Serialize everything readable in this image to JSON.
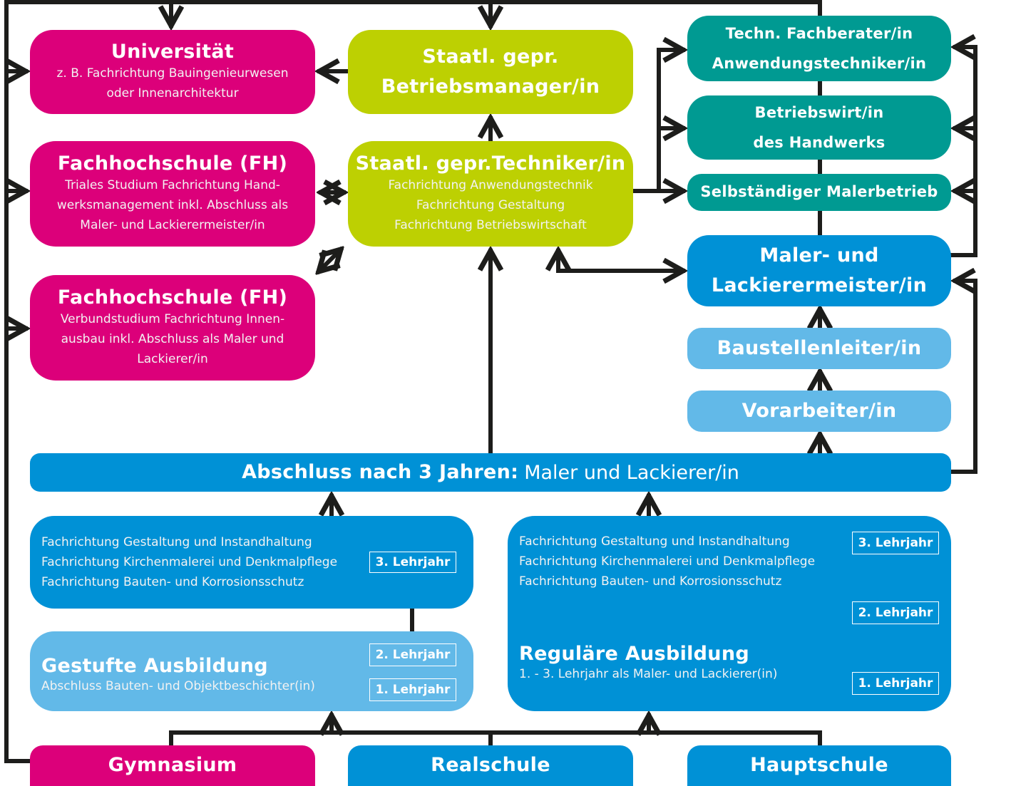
{
  "colors": {
    "magenta": "#dc007a",
    "lime": "#bdd002",
    "teal": "#009a92",
    "blue": "#0091d6",
    "light_blue": "#62b9e8",
    "connector": "#1d1d1b"
  },
  "university": {
    "title": "Universität",
    "lines": [
      "z. B. Fachrichtung Bauingenieurwesen",
      "oder Innenarchitektur"
    ]
  },
  "fh_trial": {
    "title": "Fachhochschule (FH)",
    "lines": [
      "Triales Studium Fachrichtung Hand-",
      "werksmanagement inkl. Abschluss als",
      "Maler- und Lackierermeister/in"
    ]
  },
  "fh_verbund": {
    "title": "Fachhochschule (FH)",
    "lines": [
      "Verbundstudium Fachrichtung Innen-",
      "ausbau inkl. Abschluss als Maler und",
      "Lackierer/in"
    ]
  },
  "betriebsmanager": {
    "lines": [
      "Staatl. gepr.",
      "Betriebsmanager/in"
    ]
  },
  "techniker": {
    "title": "Staatl. gepr.Techniker/in",
    "lines": [
      "Fachrichtung Anwendungstechnik",
      "Fachrichtung Gestaltung",
      "Fachrichtung Betriebswirtschaft"
    ]
  },
  "fachberater": {
    "lines": [
      "Techn. Fachberater/in",
      "Anwendungstechniker/in"
    ]
  },
  "betriebswirt": {
    "lines": [
      "Betriebswirt/in",
      "des Handwerks"
    ]
  },
  "malerbetrieb": {
    "label": "Selbständiger Malerbetrieb"
  },
  "meister": {
    "lines": [
      "Maler- und",
      "Lackierermeister/in"
    ]
  },
  "baustellenleiter": {
    "label": "Baustellenleiter/in"
  },
  "vorarbeiter": {
    "label": "Vorarbeiter/in"
  },
  "abschluss": {
    "bold": "Abschluss nach 3 Jahren:",
    "normal": "Maler und Lackierer/in"
  },
  "gestufte_upper": {
    "lines": [
      "Fachrichtung Gestaltung und Instandhaltung",
      "Fachrichtung Kirchenmalerei und Denkmalpflege",
      "Fachrichtung Bauten- und Korrosionsschutz"
    ],
    "year": "3.  Lehrjahr"
  },
  "gestufte": {
    "title": "Gestufte Ausbildung",
    "subtitle": "Abschluss Bauten- und Objektbeschichter(in)",
    "year2": "2. Lehrjahr",
    "year1": "1. Lehrjahr"
  },
  "regulaer": {
    "lines": [
      "Fachrichtung Gestaltung und Instandhaltung",
      "Fachrichtung Kirchenmalerei und Denkmalpflege",
      "Fachrichtung Bauten- und Korrosionsschutz"
    ],
    "title": "Reguläre Ausbildung",
    "subtitle": "1. - 3. Lehrjahr als Maler- und Lackierer(in)",
    "year3": "3.  Lehrjahr",
    "year2": "2. Lehrjahr",
    "year1": "1. Lehrjahr"
  },
  "schools": {
    "gymnasium": "Gymnasium",
    "realschule": "Realschule",
    "hauptschule": "Hauptschule"
  }
}
